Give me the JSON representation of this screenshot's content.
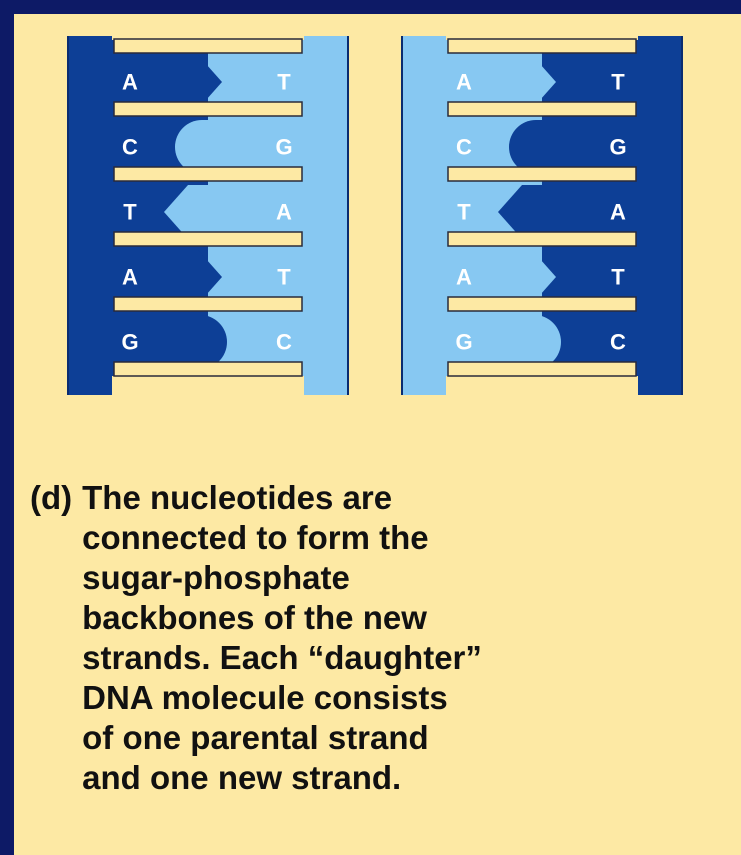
{
  "diagram": {
    "colors": {
      "dark_strand": "#0d3f96",
      "light_strand": "#87c8f2",
      "rung": "#fde9a4",
      "rung_outline": "#2a2a3a",
      "panel": "#fde9a4",
      "border": "#0d1a66"
    },
    "molecules": [
      {
        "left_strand": "parental",
        "right_strand": "new",
        "pairs": [
          {
            "left": "A",
            "right": "T"
          },
          {
            "left": "C",
            "right": "G"
          },
          {
            "left": "T",
            "right": "A"
          },
          {
            "left": "A",
            "right": "T"
          },
          {
            "left": "G",
            "right": "C"
          }
        ]
      },
      {
        "left_strand": "new",
        "right_strand": "parental",
        "pairs": [
          {
            "left": "A",
            "right": "T"
          },
          {
            "left": "C",
            "right": "G"
          },
          {
            "left": "T",
            "right": "A"
          },
          {
            "left": "A",
            "right": "T"
          },
          {
            "left": "G",
            "right": "C"
          }
        ]
      }
    ]
  },
  "caption": {
    "marker": "(d)",
    "lines": [
      "The nucleotides are",
      "connected to form the",
      "sugar-phosphate",
      "backbones of the new",
      "strands. Each “daughter”",
      "DNA molecule consists",
      "of one parental strand",
      "and one new strand."
    ]
  }
}
